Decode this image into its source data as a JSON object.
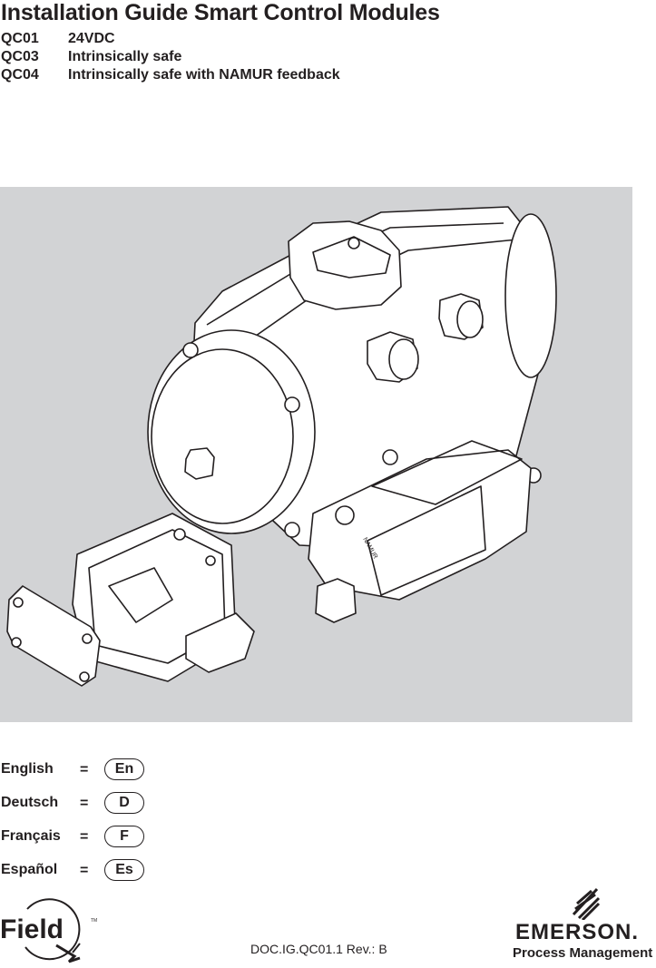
{
  "header": {
    "title": "Installation Guide Smart Control Modules",
    "models": [
      {
        "code": "QC01",
        "description": "24VDC"
      },
      {
        "code": "QC03",
        "description": "Intrinsically safe"
      },
      {
        "code": "QC04",
        "description": "Intrinsically safe with NAMUR feedback"
      }
    ]
  },
  "figure": {
    "background_color": "#d2d3d5",
    "label": "NAMUR"
  },
  "languages": [
    {
      "name": "English",
      "sign": "=",
      "code": "En"
    },
    {
      "name": "Deutsch",
      "sign": "=",
      "code": "D"
    },
    {
      "name": "Français",
      "sign": "=",
      "code": "F"
    },
    {
      "name": "Español",
      "sign": "=",
      "code": "Es"
    }
  ],
  "footer": {
    "field_logo_text": "Field",
    "field_logo_tm": "TM",
    "doc_ref": "DOC.IG.QC01.1  Rev.: B",
    "brand": "EMERSON.",
    "brand_sub": "Process Management"
  }
}
